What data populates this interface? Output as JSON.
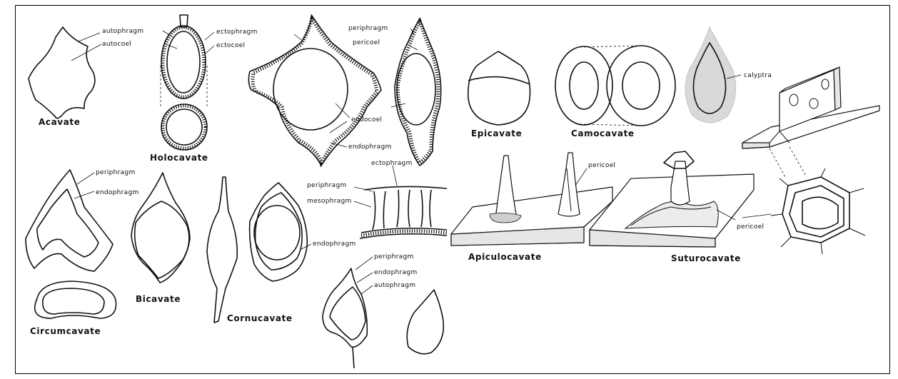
{
  "captions": {
    "acavate": "Acavate",
    "holocavate": "Holocavate",
    "circumcavate": "Circumcavate",
    "bicavate": "Bicavate",
    "cornucavate": "Cornucavate",
    "epicavate": "Epicavate",
    "camocavate": "Camocavate",
    "apiculocavate": "Apiculocavate",
    "suturocavate": "Suturocavate"
  },
  "labels": {
    "autophragm_1": "autophragm",
    "autocoel": "autocoel",
    "ectophragm_1": "ectophragm",
    "ectocoel": "ectocoel",
    "periphragm_1": "periphragm",
    "pericoel_1": "pericoel",
    "endocoel": "endocoel",
    "endophragm_1": "endophragm",
    "ectophragm_2": "ectophragm",
    "periphragm_2": "periphragm",
    "endophragm_2": "endophragm",
    "periphragm_3": "periphragm",
    "mesophragm": "mesophragm",
    "endophragm_3": "endophragm",
    "periphragm_4": "periphragm",
    "endophragm_4": "endophragm",
    "autophragm_2": "autophragm",
    "calyptra": "calyptra",
    "pericoel_2": "pericoel",
    "pericoel_3": "pericoel"
  }
}
